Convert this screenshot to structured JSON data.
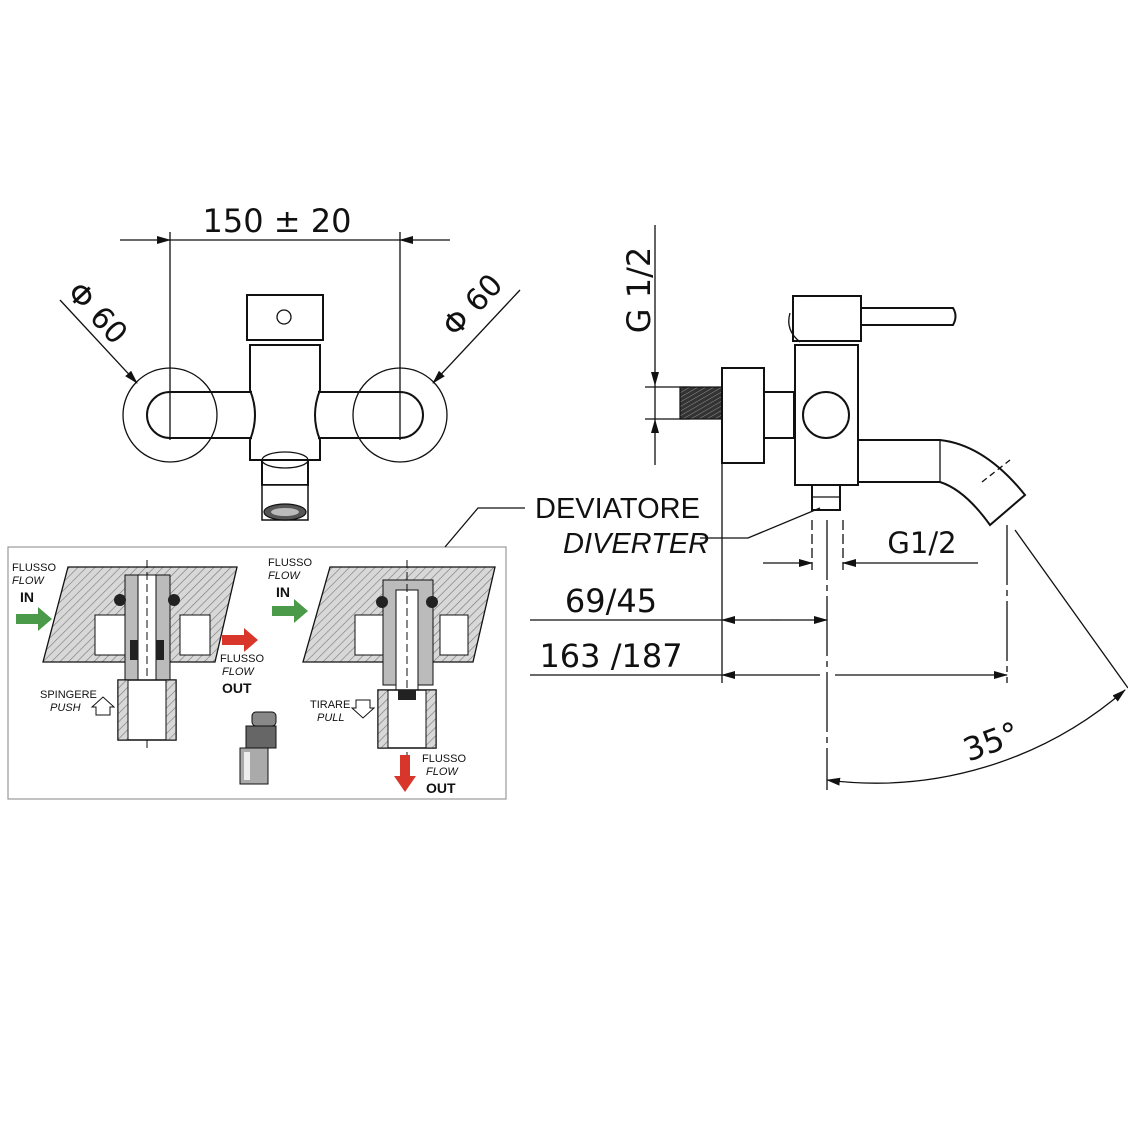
{
  "front_view": {
    "width_dim": "150 ± 20",
    "left_diameter": "Φ 60",
    "right_diameter": "Φ 60"
  },
  "side_view": {
    "inlet_thread": "G 1/2",
    "diverter_label_it": "DEVIATORE",
    "diverter_label_en": "DIVERTER",
    "outlet_thread": "G1/2",
    "dim_short": "69/45",
    "dim_long": "163 /187",
    "angle": "35°"
  },
  "inset": {
    "left": {
      "in_it": "FLUSSO",
      "in_en": "FLOW",
      "in_dir": "IN",
      "out_it": "FLUSSO",
      "out_en": "FLOW",
      "out_dir": "OUT",
      "action_it": "SPINGERE",
      "action_en": "PUSH"
    },
    "right": {
      "in_it": "FLUSSO",
      "in_en": "FLOW",
      "in_dir": "IN",
      "out_it": "FLUSSO",
      "out_en": "FLOW",
      "out_dir": "OUT",
      "action_it": "TIRARE",
      "action_en": "PULL"
    }
  },
  "colors": {
    "flow_in": "#4a9a4a",
    "flow_out": "#d9362b",
    "line": "#111111"
  }
}
